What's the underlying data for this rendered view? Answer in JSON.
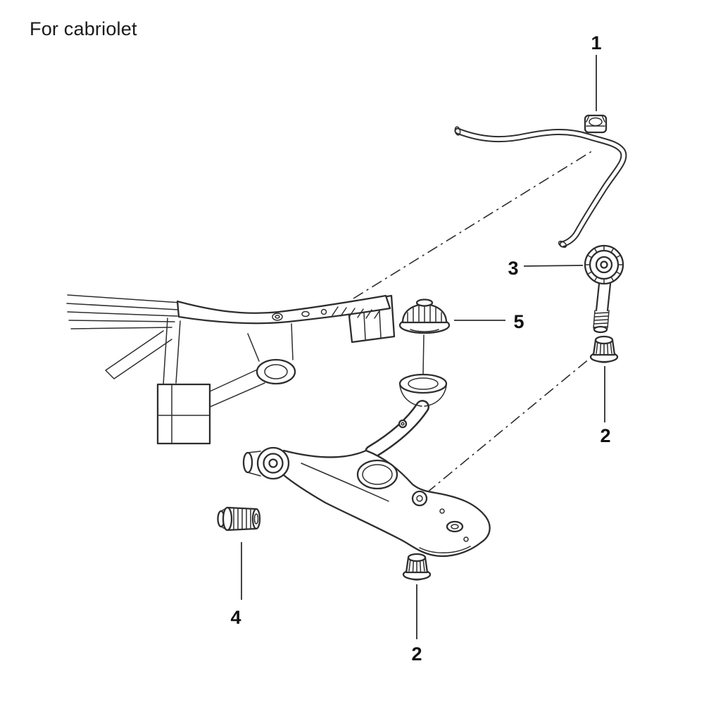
{
  "title": "For cabriolet",
  "colors": {
    "background": "#ffffff",
    "line": "#2e2e2e",
    "label": "#111111"
  },
  "callouts": {
    "item1": "1",
    "item2_right": "2",
    "item2_bottom": "2",
    "item3": "3",
    "item4": "4",
    "item5": "5"
  }
}
